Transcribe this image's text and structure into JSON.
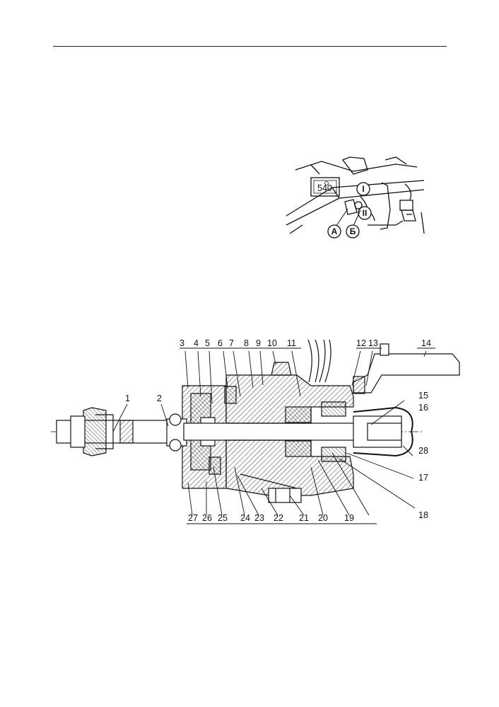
{
  "inset": {
    "callouts": [
      {
        "key": "pos1",
        "text": "I"
      },
      {
        "key": "pos2",
        "text": "II"
      },
      {
        "key": "A",
        "text": "А"
      },
      {
        "key": "B",
        "text": "Б"
      }
    ],
    "plate_text": "540"
  },
  "section": {
    "top_labels": [
      "3",
      "4",
      "5",
      "6",
      "7",
      "8",
      "9",
      "10",
      "11",
      "12",
      "13",
      "14"
    ],
    "right_labels": [
      "15",
      "16",
      "28",
      "17",
      "18"
    ],
    "left_labels": [
      "1",
      "2"
    ],
    "bottom_labels": [
      "27",
      "26",
      "25",
      "24",
      "23",
      "22",
      "21",
      "20",
      "19"
    ]
  }
}
